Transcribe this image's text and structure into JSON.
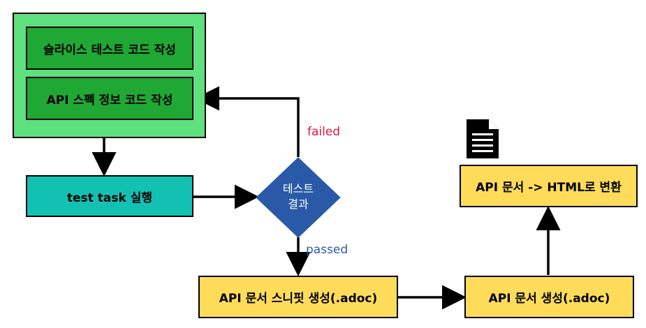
{
  "group": {
    "slice_test": "슬라이스 테스트 코드 작성",
    "api_spec": "API 스펙 정보 코드 작성"
  },
  "task": "test task 실행",
  "decision": {
    "line1": "테스트",
    "line2": "결과"
  },
  "labels": {
    "failed": "failed",
    "passed": "passed"
  },
  "snippet": "API 문서 스니핏 생성(.adoc)",
  "doc_gen": "API 문서 생성(.adoc)",
  "html_conv": "API 문서 -> HTML로 변환",
  "icons": [
    "document-icon"
  ]
}
